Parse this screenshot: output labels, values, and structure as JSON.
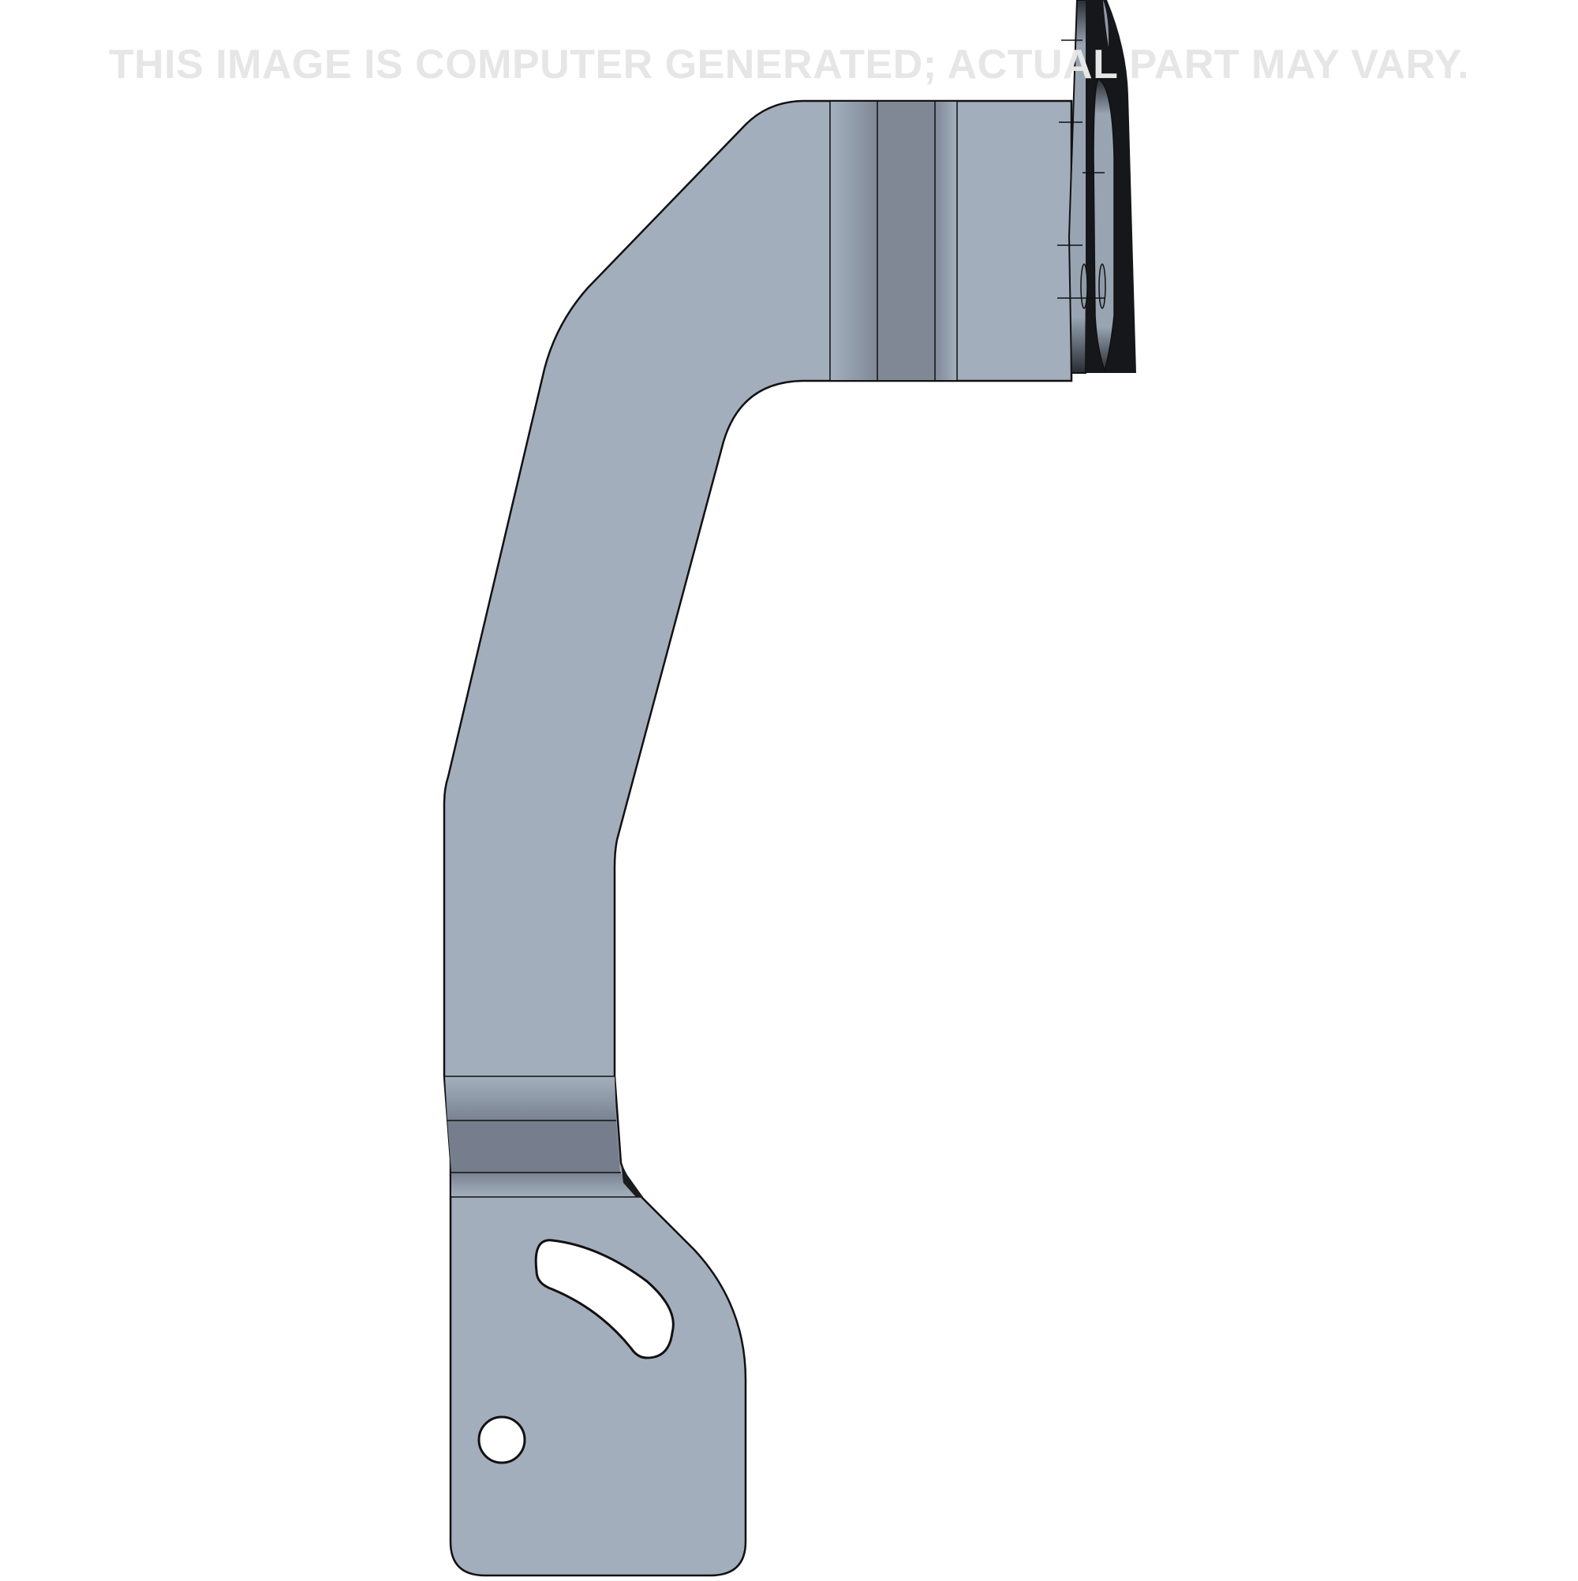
{
  "watermark": {
    "text": "THIS IMAGE IS COMPUTER GENERATED; ACTUAL PART MAY VARY."
  },
  "part": {
    "name": "bent steel mounting bracket",
    "features": [
      {
        "id": "top-flange",
        "label": "mounting flange with bolt holes"
      },
      {
        "id": "upper-bend",
        "label": "upper bend lines"
      },
      {
        "id": "main-arm",
        "label": "angled main arm"
      },
      {
        "id": "lower-bend",
        "label": "lower bend lines"
      },
      {
        "id": "curved-slot",
        "label": "curved adjustment slot"
      },
      {
        "id": "round-hole",
        "label": "round mounting hole"
      }
    ]
  },
  "colors": {
    "body": "#a2aebc",
    "bend_dark": "#808896",
    "lower_bend_dark": "#767d8c",
    "outline": "#111111",
    "flange_dark": "#1a1c20",
    "watermark": "#e6e6e6",
    "background": "#ffffff"
  }
}
